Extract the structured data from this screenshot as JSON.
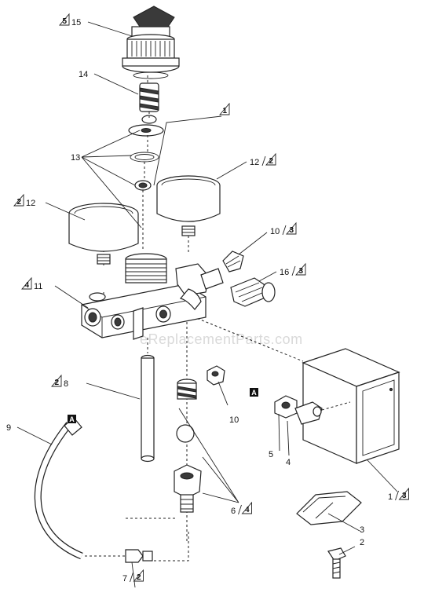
{
  "watermark": "eReplacementParts.com",
  "callouts": [
    {
      "id": "c15",
      "part": "15",
      "note": "5",
      "pre": true
    },
    {
      "id": "c14",
      "part": "14"
    },
    {
      "id": "c1top",
      "part": "",
      "note": "1"
    },
    {
      "id": "c13",
      "part": "13"
    },
    {
      "id": "c12r",
      "part": "12",
      "note": "2"
    },
    {
      "id": "c12l",
      "part": "12",
      "note": "2",
      "pre": true
    },
    {
      "id": "c10a",
      "part": "10",
      "note": "3"
    },
    {
      "id": "c16",
      "part": "16",
      "note": "3"
    },
    {
      "id": "c11",
      "part": "11",
      "note": "4",
      "pre": true
    },
    {
      "id": "c8",
      "part": "8",
      "note": "2",
      "pre": true
    },
    {
      "id": "c10b",
      "part": "10"
    },
    {
      "id": "c9",
      "part": "9"
    },
    {
      "id": "c5",
      "part": "5"
    },
    {
      "id": "c4",
      "part": "4"
    },
    {
      "id": "c1",
      "part": "1",
      "note": "3"
    },
    {
      "id": "c3",
      "part": "3"
    },
    {
      "id": "c2",
      "part": "2"
    },
    {
      "id": "c6",
      "part": "6",
      "note": "4"
    },
    {
      "id": "c7",
      "part": "7",
      "note": "2"
    }
  ],
  "markers": [
    {
      "id": "mA1",
      "letter": "A"
    },
    {
      "id": "mA2",
      "letter": "A"
    }
  ]
}
